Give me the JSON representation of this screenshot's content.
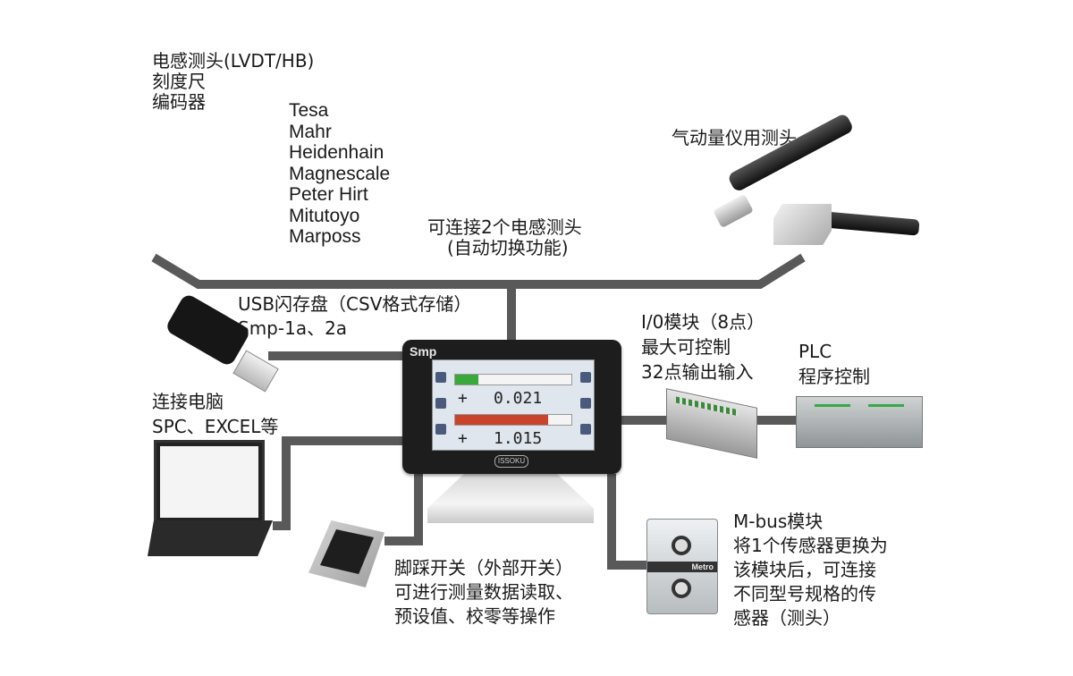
{
  "sensor_types": [
    "电感测头(LVDT/HB)",
    "刻度尺",
    "编码器"
  ],
  "brands": [
    "Tesa",
    "Mahr",
    "Heidenhain",
    "Magnescale",
    "Peter Hirt",
    "Mitutoyo",
    "Marposs"
  ],
  "probe_inputs": [
    "可连接2个电感测头",
    "(自动切换功能)"
  ],
  "pneumatic": "气动量仪用测头",
  "usb": [
    "USB闪存盘（CSV格式存储）",
    "Smp-1a、2a"
  ],
  "io_module": [
    "I/0模块（8点）",
    "最大可控制",
    "32点输出输入"
  ],
  "plc": [
    "PLC",
    "程序控制"
  ],
  "pc": [
    "连接电脑",
    "SPC、EXCEL等"
  ],
  "foot_switch": [
    "脚踩开关（外部开关）",
    "可进行测量数据读取、",
    "预设值、校零等操作"
  ],
  "mbus": [
    "M-bus模块",
    "将1个传感器更换为",
    "该模块后，可连接",
    "不同型号规格的传",
    "感器（测头）"
  ],
  "device": {
    "logo": "Smp",
    "brand": "ISSOKU",
    "reading_1_sign": "+",
    "reading_1": "0.021",
    "reading_2_sign": "+",
    "reading_2": "1.015",
    "bar_1_level": 0.2,
    "bar_2_level": 0.8,
    "bar_1_color": "#3aa83a",
    "bar_2_color": "#c8442a"
  },
  "mbus_device": {
    "label": "Metro"
  },
  "wire_color": "#595959"
}
